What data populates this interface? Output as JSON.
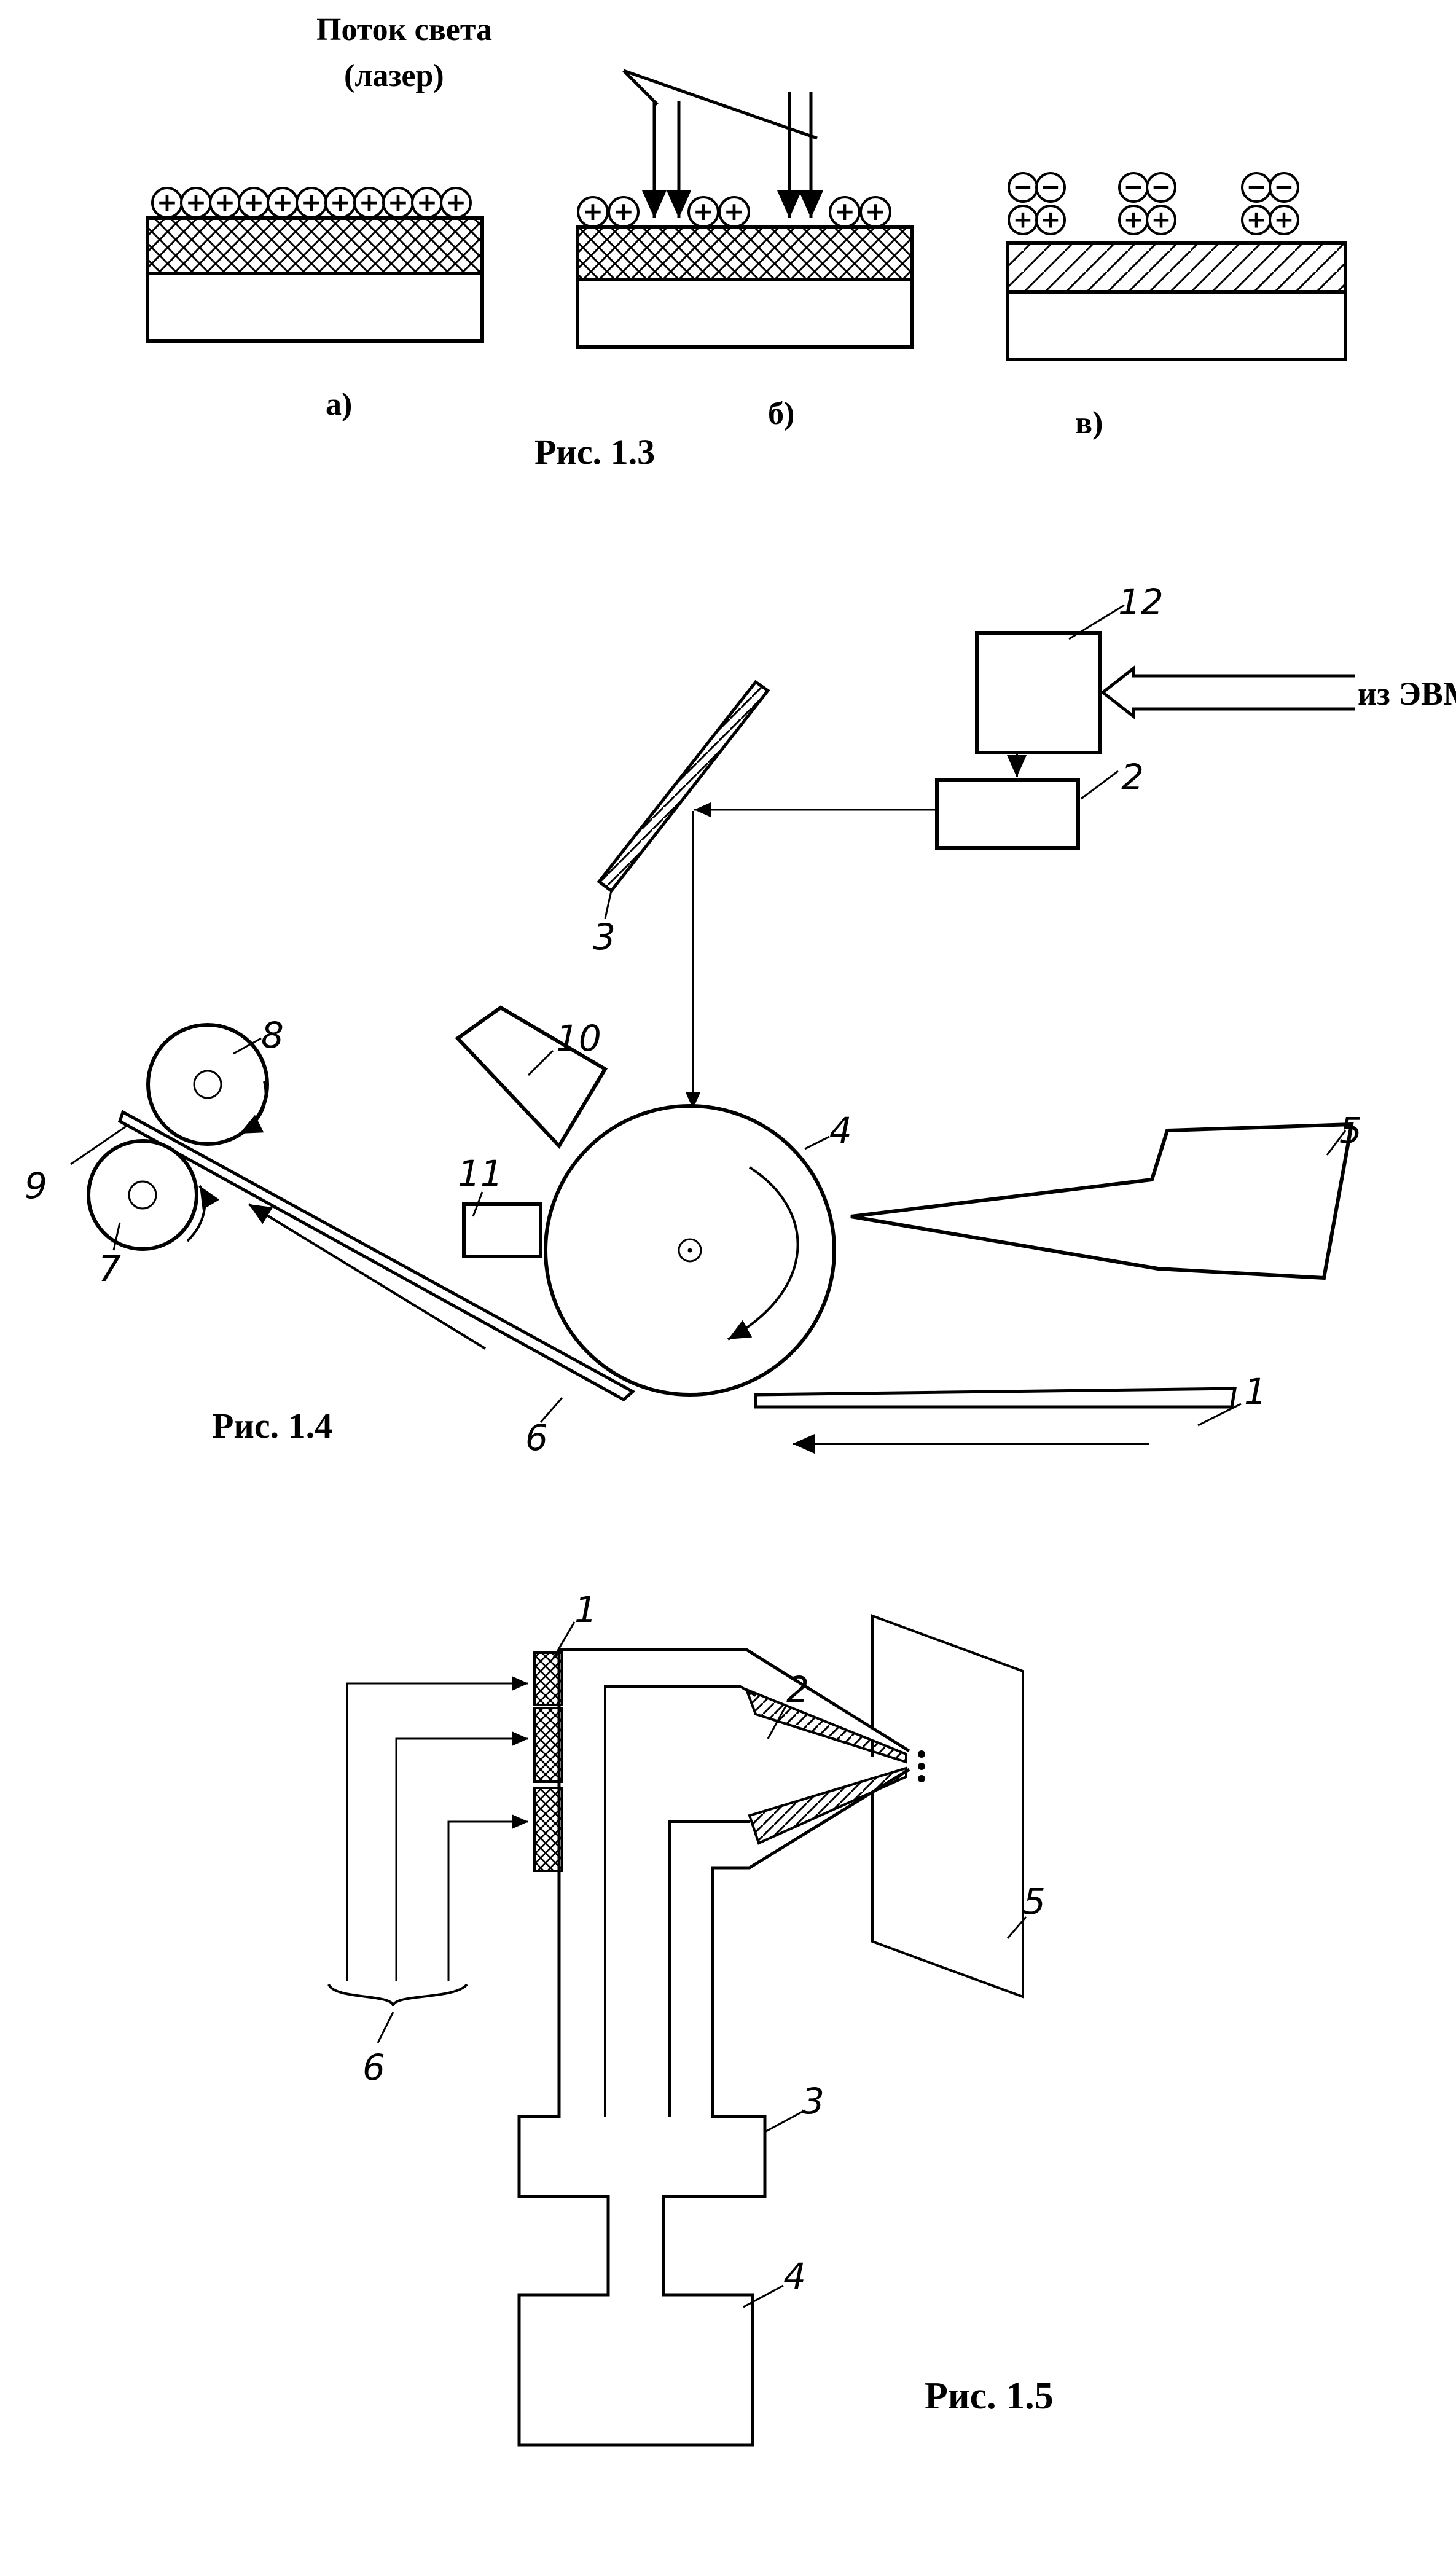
{
  "fig13": {
    "caption": "Рис. 1.3",
    "light_label_line1": "Поток света",
    "light_label_line2": "(лазер)",
    "panels": [
      "а)",
      "б)",
      "в)"
    ],
    "plus": "+",
    "minus": "−"
  },
  "fig14": {
    "caption": "Рис. 1.4",
    "input_label": "из ЭВМ",
    "numbers": [
      "1",
      "2",
      "3",
      "4",
      "5",
      "6",
      "7",
      "8",
      "9",
      "10",
      "11",
      "12"
    ]
  },
  "fig15": {
    "caption": "Рис. 1.5",
    "numbers": [
      "1",
      "2",
      "3",
      "4",
      "5",
      "6"
    ]
  }
}
